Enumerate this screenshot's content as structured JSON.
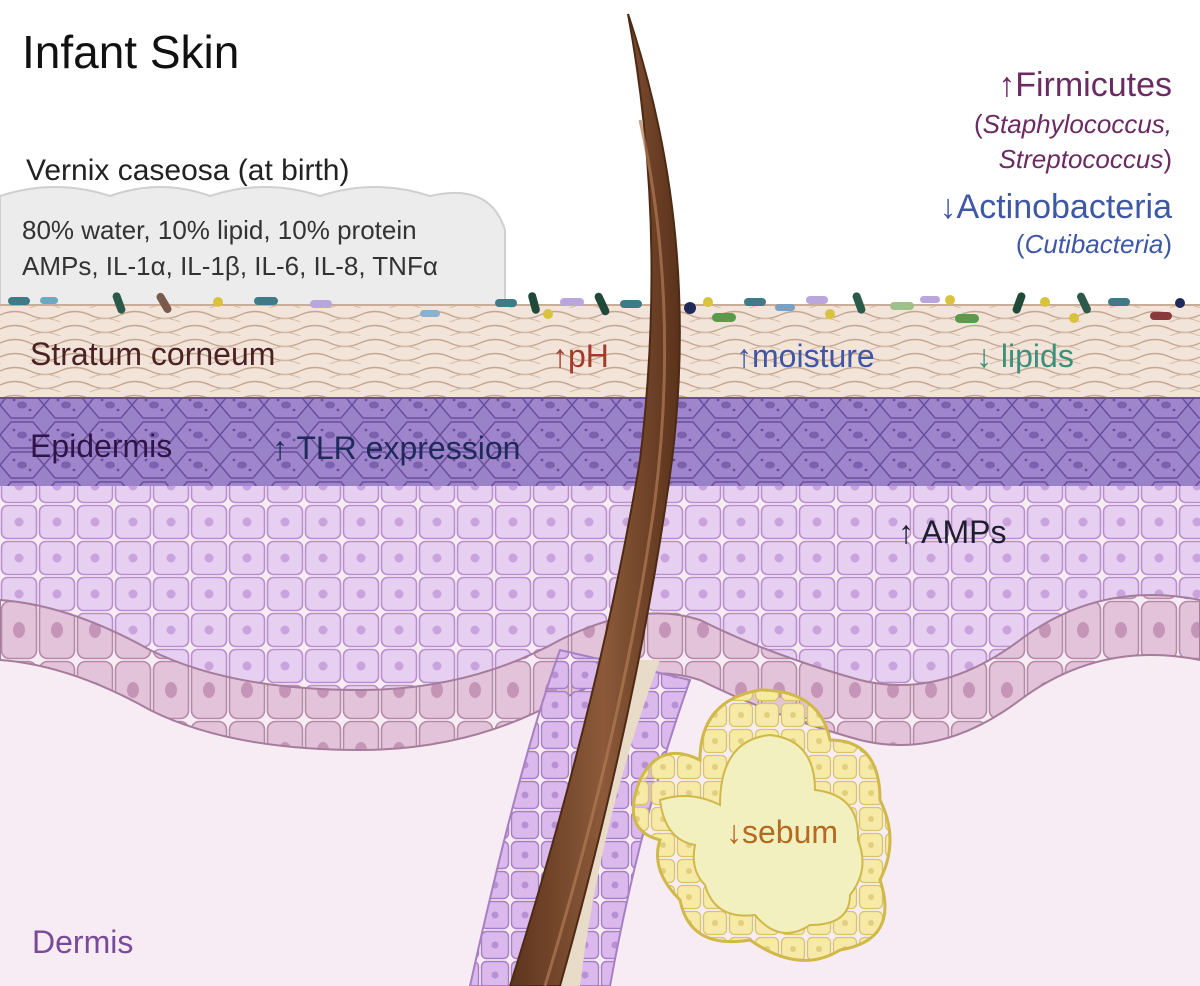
{
  "title": "Infant Skin",
  "vernix": {
    "heading": "Vernix caseosa (at birth)",
    "composition": "80% water, 10% lipid, 10% protein",
    "factors": "AMPs, IL-1α, IL-1β, IL-6, IL-8, TNFα"
  },
  "layers": {
    "stratum_corneum": "Stratum corneum",
    "epidermis": "Epidermis",
    "dermis": "Dermis"
  },
  "changes": {
    "ph": "↑pH",
    "moisture": "↑moisture",
    "lipids": "↓ lipids",
    "tlr": "↑ TLR expression",
    "amps": "↑ AMPs",
    "sebum": "↓sebum"
  },
  "microbiome": {
    "firmicutes": "↑Firmicutes",
    "firmicutes_open": "(",
    "firmicutes_genus_1": "Staphylococcus,",
    "firmicutes_genus_2": "Streptococcus",
    "firmicutes_close": ")",
    "actinobacteria": "↓Actinobacteria",
    "actinobacteria_open": "(",
    "actinobacteria_genus": "Cutibacteria",
    "actinobacteria_close": ")"
  },
  "colors": {
    "stratum_corneum": "#f2e4d8",
    "epidermis_basal": "#9a82c8",
    "keratinocyte": "#e2c8ec",
    "dermis": "#f7ecf3",
    "hair": "#7a4a2c",
    "sebaceous_gland": "#f4eeb4"
  }
}
